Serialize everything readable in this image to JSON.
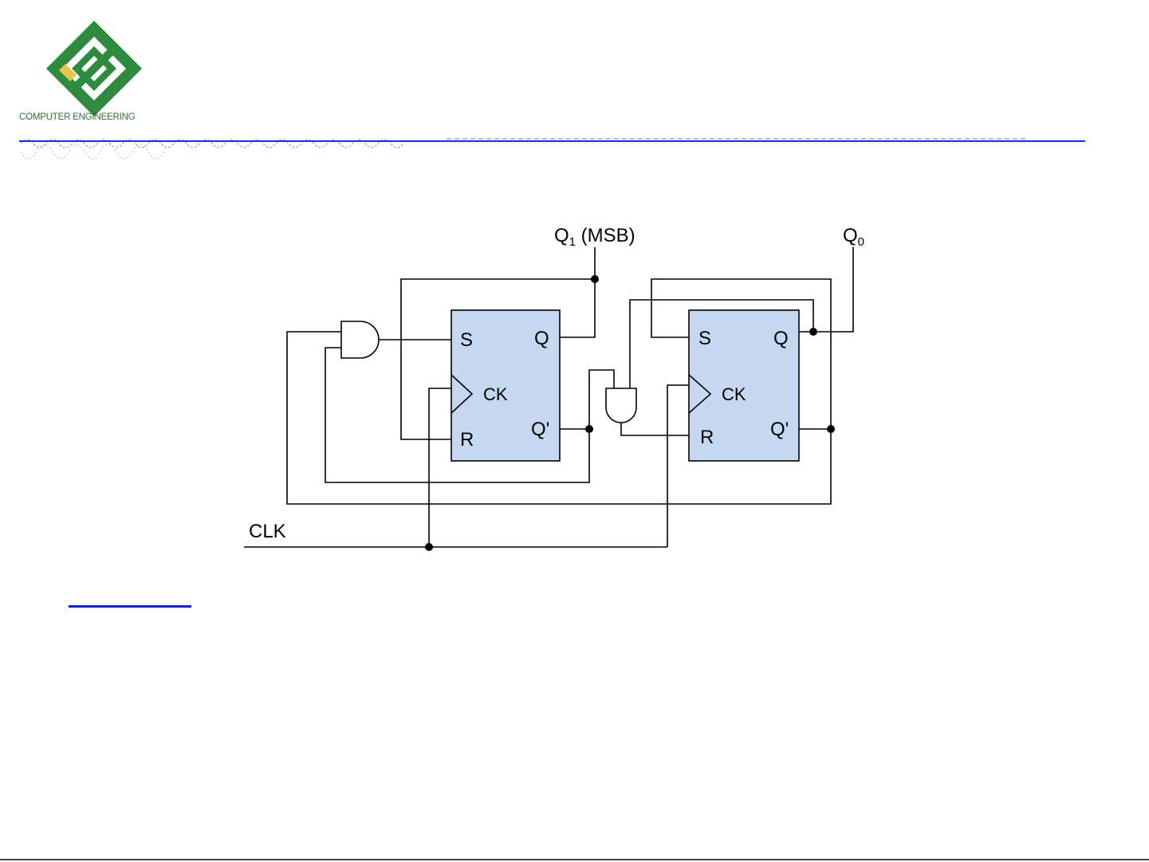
{
  "header": {
    "logo_text": "COMPUTER ENGINEERING",
    "accent_color": "#1a2fd6",
    "logo_color": "#2e8a3c"
  },
  "diagram": {
    "labels": {
      "q1_base": "Q",
      "q1_sub": "1",
      "q1_suffix": " (MSB)",
      "q0_base": "Q",
      "q0_sub": "0",
      "clk": "CLK"
    },
    "flip_flops": [
      {
        "s": "S",
        "q": "Q",
        "ck": "CK",
        "r": "R",
        "qbar": "Q'"
      },
      {
        "s": "S",
        "q": "Q",
        "ck": "CK",
        "r": "R",
        "qbar": "Q'"
      }
    ],
    "ff_fill": "#c6d8f0"
  }
}
